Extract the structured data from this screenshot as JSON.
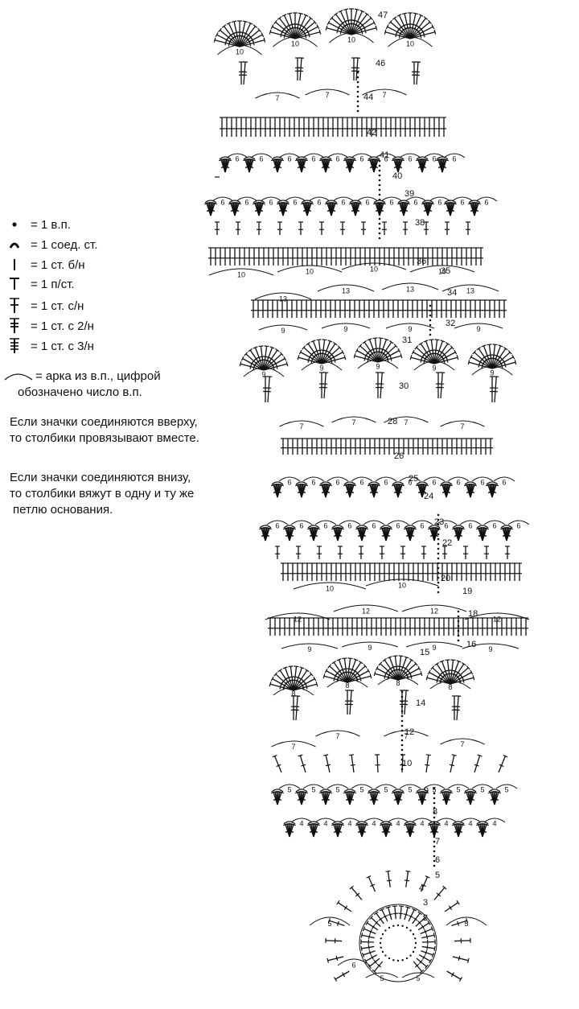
{
  "legend": {
    "items": [
      {
        "symbol": "chain-dot-icon",
        "text": "= 1 в.п."
      },
      {
        "symbol": "slip-stitch-icon",
        "text": "= 1 соед. ст."
      },
      {
        "symbol": "single-crochet-icon",
        "text": "= 1 ст. б/н"
      },
      {
        "symbol": "half-double-crochet-icon",
        "text": "= 1 п/ст."
      },
      {
        "symbol": "double-crochet-icon",
        "text": "= 1 ст. с/н"
      },
      {
        "symbol": "treble-crochet-icon",
        "text": "= 1 ст. с 2/н"
      },
      {
        "symbol": "double-treble-crochet-icon",
        "text": "= 1 ст. с 3/н"
      }
    ],
    "arch_line1": "= арка из в.п., цифрой",
    "arch_line2": "обозначено число в.п."
  },
  "notes": {
    "top_line1": "Если значки соединяются вверху,",
    "top_line2": "то столбики провязывают вместе.",
    "bottom_line1": "Если значки соединяются внизу,",
    "bottom_line2": "то столбики вяжут в одну и ту же",
    "bottom_line3": "петлю основания."
  },
  "chart_data": {
    "type": "crochet-diagram",
    "row_numbers": [
      "2",
      "3",
      "4",
      "5",
      "6",
      "7",
      "8",
      "9",
      "10",
      "12",
      "14",
      "15",
      "16",
      "18",
      "19",
      "20",
      "22",
      "23",
      "24",
      "25",
      "26",
      "28",
      "30",
      "31",
      "32",
      "34",
      "35",
      "36",
      "38",
      "39",
      "40",
      "41",
      "42",
      "44",
      "46",
      "47"
    ],
    "arch_counts": [
      "5",
      "5",
      "5",
      "6",
      "4",
      "4",
      "4",
      "5",
      "5",
      "5",
      "7",
      "7",
      "8",
      "8",
      "8",
      "9",
      "9",
      "12",
      "12",
      "10",
      "10",
      "6",
      "6",
      "6",
      "6",
      "7",
      "7",
      "9",
      "9",
      "9",
      "13",
      "13",
      "10",
      "10",
      "6",
      "6",
      "6",
      "7",
      "7",
      "10",
      "10",
      "10",
      "10"
    ]
  }
}
